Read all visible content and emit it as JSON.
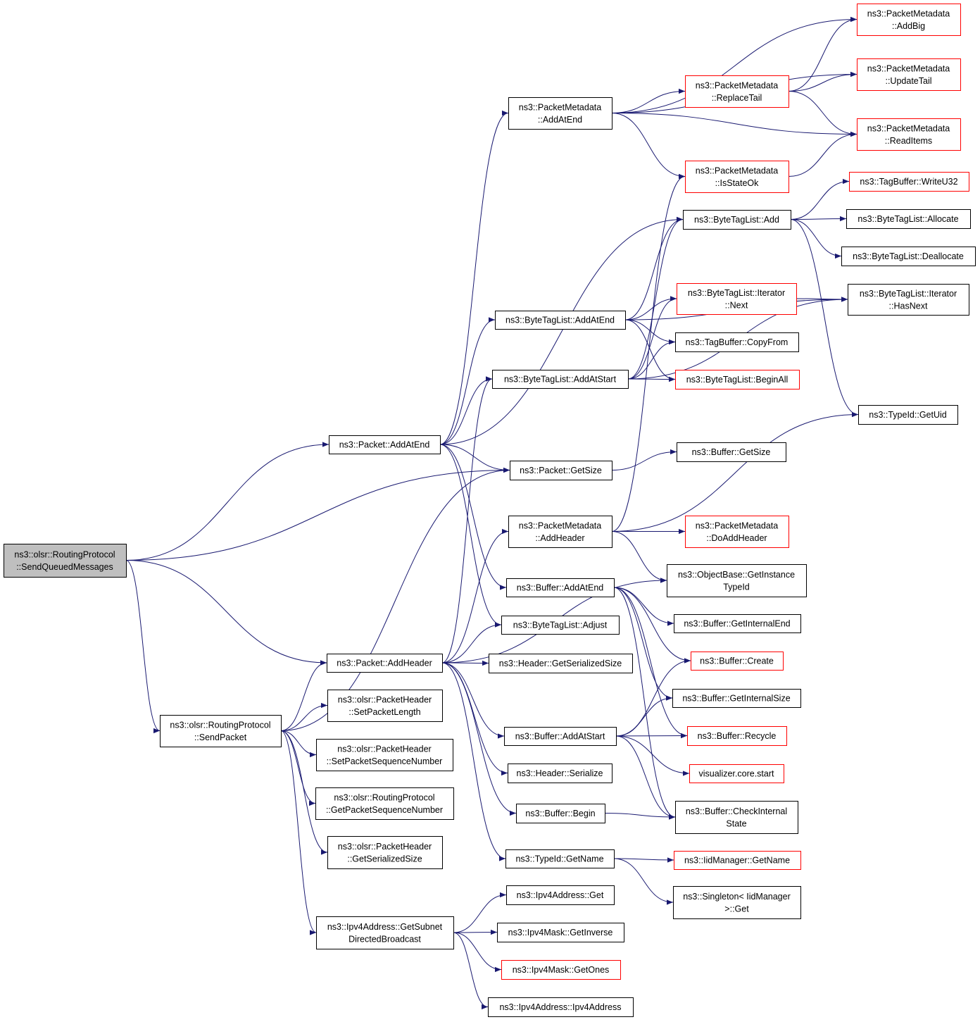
{
  "colors": {
    "edge": "#191970",
    "node_border_default": "#000000",
    "node_border_incomplete": "#ff0000",
    "node_fill_default": "#ffffff",
    "node_fill_root": "#bfbfbf"
  },
  "nodes": [
    {
      "id": "root",
      "lines": [
        "ns3::olsr::RoutingProtocol",
        "::SendQueuedMessages"
      ],
      "style": "root"
    },
    {
      "id": "sendpacket",
      "lines": [
        "ns3::olsr::RoutingProtocol",
        "::SendPacket"
      ],
      "style": "default"
    },
    {
      "id": "pkt_addatend",
      "lines": [
        "ns3::Packet::AddAtEnd"
      ],
      "style": "default"
    },
    {
      "id": "pkt_getsize",
      "lines": [
        "ns3::Packet::GetSize"
      ],
      "style": "default"
    },
    {
      "id": "pkt_addheader",
      "lines": [
        "ns3::Packet::AddHeader"
      ],
      "style": "default"
    },
    {
      "id": "pm_addatend",
      "lines": [
        "ns3::PacketMetadata",
        "::AddAtEnd"
      ],
      "style": "default"
    },
    {
      "id": "pm_addheader",
      "lines": [
        "ns3::PacketMetadata",
        "::AddHeader"
      ],
      "style": "default"
    },
    {
      "id": "pm_addbig",
      "lines": [
        "ns3::PacketMetadata",
        "::AddBig"
      ],
      "style": "incomplete"
    },
    {
      "id": "pm_updatetail",
      "lines": [
        "ns3::PacketMetadata",
        "::UpdateTail"
      ],
      "style": "incomplete"
    },
    {
      "id": "pm_replacetail",
      "lines": [
        "ns3::PacketMetadata",
        "::ReplaceTail"
      ],
      "style": "incomplete"
    },
    {
      "id": "pm_readitems",
      "lines": [
        "ns3::PacketMetadata",
        "::ReadItems"
      ],
      "style": "incomplete"
    },
    {
      "id": "pm_isstateok",
      "lines": [
        "ns3::PacketMetadata",
        "::IsStateOk"
      ],
      "style": "incomplete"
    },
    {
      "id": "pm_doaddheader",
      "lines": [
        "ns3::PacketMetadata",
        "::DoAddHeader"
      ],
      "style": "incomplete"
    },
    {
      "id": "btl_add",
      "lines": [
        "ns3::ByteTagList::Add"
      ],
      "style": "default"
    },
    {
      "id": "tb_writeu32",
      "lines": [
        "ns3::TagBuffer::WriteU32"
      ],
      "style": "incomplete"
    },
    {
      "id": "btl_allocate",
      "lines": [
        "ns3::ByteTagList::Allocate"
      ],
      "style": "default"
    },
    {
      "id": "btl_deallocate",
      "lines": [
        "ns3::ByteTagList::Deallocate"
      ],
      "style": "default"
    },
    {
      "id": "btl_addatend",
      "lines": [
        "ns3::ByteTagList::AddAtEnd"
      ],
      "style": "default"
    },
    {
      "id": "btl_addatstart",
      "lines": [
        "ns3::ByteTagList::AddAtStart"
      ],
      "style": "default"
    },
    {
      "id": "btl_iter_next",
      "lines": [
        "ns3::ByteTagList::Iterator",
        "::Next"
      ],
      "style": "incomplete"
    },
    {
      "id": "btl_iter_hasnext",
      "lines": [
        "ns3::ByteTagList::Iterator",
        "::HasNext"
      ],
      "style": "default"
    },
    {
      "id": "tb_copyfrom",
      "lines": [
        "ns3::TagBuffer::CopyFrom"
      ],
      "style": "default"
    },
    {
      "id": "btl_beginall",
      "lines": [
        "ns3::ByteTagList::BeginAll"
      ],
      "style": "incomplete"
    },
    {
      "id": "typeid_getuid",
      "lines": [
        "ns3::TypeId::GetUid"
      ],
      "style": "default"
    },
    {
      "id": "buf_getsize",
      "lines": [
        "ns3::Buffer::GetSize"
      ],
      "style": "default"
    },
    {
      "id": "ob_getinstancetypeid",
      "lines": [
        "ns3::ObjectBase::GetInstance",
        "TypeId"
      ],
      "style": "default"
    },
    {
      "id": "buf_addatend",
      "lines": [
        "ns3::Buffer::AddAtEnd"
      ],
      "style": "default"
    },
    {
      "id": "buf_getinternalend",
      "lines": [
        "ns3::Buffer::GetInternalEnd"
      ],
      "style": "default"
    },
    {
      "id": "btl_adjust",
      "lines": [
        "ns3::ByteTagList::Adjust"
      ],
      "style": "default"
    },
    {
      "id": "hdr_getserializedsize",
      "lines": [
        "ns3::Header::GetSerializedSize"
      ],
      "style": "default"
    },
    {
      "id": "buf_create",
      "lines": [
        "ns3::Buffer::Create"
      ],
      "style": "incomplete"
    },
    {
      "id": "buf_getinternalsize",
      "lines": [
        "ns3::Buffer::GetInternalSize"
      ],
      "style": "default"
    },
    {
      "id": "buf_addatstart",
      "lines": [
        "ns3::Buffer::AddAtStart"
      ],
      "style": "default"
    },
    {
      "id": "buf_recycle",
      "lines": [
        "ns3::Buffer::Recycle"
      ],
      "style": "incomplete"
    },
    {
      "id": "viz_core_start",
      "lines": [
        "visualizer.core.start"
      ],
      "style": "incomplete"
    },
    {
      "id": "hdr_serialize",
      "lines": [
        "ns3::Header::Serialize"
      ],
      "style": "default"
    },
    {
      "id": "buf_begin",
      "lines": [
        "ns3::Buffer::Begin"
      ],
      "style": "default"
    },
    {
      "id": "buf_checkinternalstate",
      "lines": [
        "ns3::Buffer::CheckInternal",
        "State"
      ],
      "style": "default"
    },
    {
      "id": "typeid_getname",
      "lines": [
        "ns3::TypeId::GetName"
      ],
      "style": "default"
    },
    {
      "id": "iidmgr_getname",
      "lines": [
        "ns3::IidManager::GetName"
      ],
      "style": "incomplete"
    },
    {
      "id": "singleton_get",
      "lines": [
        "ns3::Singleton< IidManager",
        ">::Get"
      ],
      "style": "default"
    },
    {
      "id": "ph_setpacketlength",
      "lines": [
        "ns3::olsr::PacketHeader",
        "::SetPacketLength"
      ],
      "style": "default"
    },
    {
      "id": "ph_setpacketseqnum",
      "lines": [
        "ns3::olsr::PacketHeader",
        "::SetPacketSequenceNumber"
      ],
      "style": "default"
    },
    {
      "id": "rp_getpacketseqnum",
      "lines": [
        "ns3::olsr::RoutingProtocol",
        "::GetPacketSequenceNumber"
      ],
      "style": "default"
    },
    {
      "id": "ph_getserializedsize",
      "lines": [
        "ns3::olsr::PacketHeader",
        "::GetSerializedSize"
      ],
      "style": "default"
    },
    {
      "id": "ipv4_getsubnetdirectedbroadcast",
      "lines": [
        "ns3::Ipv4Address::GetSubnet",
        "DirectedBroadcast"
      ],
      "style": "default"
    },
    {
      "id": "ipv4addr_get",
      "lines": [
        "ns3::Ipv4Address::Get"
      ],
      "style": "default"
    },
    {
      "id": "ipv4mask_getinverse",
      "lines": [
        "ns3::Ipv4Mask::GetInverse"
      ],
      "style": "default"
    },
    {
      "id": "ipv4mask_getones",
      "lines": [
        "ns3::Ipv4Mask::GetOnes"
      ],
      "style": "incomplete"
    },
    {
      "id": "ipv4addr_ctor",
      "lines": [
        "ns3::Ipv4Address::Ipv4Address"
      ],
      "style": "default"
    }
  ],
  "edges": [
    [
      "root",
      "pkt_addatend"
    ],
    [
      "root",
      "pkt_getsize"
    ],
    [
      "root",
      "pkt_addheader"
    ],
    [
      "root",
      "sendpacket"
    ],
    [
      "pkt_addatend",
      "pm_addatend"
    ],
    [
      "pkt_addatend",
      "btl_add"
    ],
    [
      "pkt_addatend",
      "btl_addatend"
    ],
    [
      "pkt_addatend",
      "btl_addatstart"
    ],
    [
      "pkt_addatend",
      "pkt_getsize"
    ],
    [
      "pkt_addatend",
      "buf_addatend"
    ],
    [
      "pkt_addatend",
      "btl_adjust"
    ],
    [
      "pm_addatend",
      "pm_addbig"
    ],
    [
      "pm_addatend",
      "pm_updatetail"
    ],
    [
      "pm_addatend",
      "pm_replacetail"
    ],
    [
      "pm_addatend",
      "pm_readitems"
    ],
    [
      "pm_addatend",
      "pm_isstateok"
    ],
    [
      "pm_replacetail",
      "pm_addbig"
    ],
    [
      "pm_replacetail",
      "pm_updatetail"
    ],
    [
      "pm_replacetail",
      "pm_readitems"
    ],
    [
      "pm_isstateok",
      "pm_readitems"
    ],
    [
      "btl_add",
      "tb_writeu32"
    ],
    [
      "btl_add",
      "btl_allocate"
    ],
    [
      "btl_add",
      "btl_deallocate"
    ],
    [
      "btl_add",
      "typeid_getuid"
    ],
    [
      "btl_addatend",
      "btl_add"
    ],
    [
      "btl_addatend",
      "btl_iter_hasnext"
    ],
    [
      "btl_addatend",
      "btl_iter_next"
    ],
    [
      "btl_addatend",
      "tb_copyfrom"
    ],
    [
      "btl_addatend",
      "btl_beginall"
    ],
    [
      "btl_addatstart",
      "btl_add"
    ],
    [
      "btl_addatstart",
      "btl_iter_next"
    ],
    [
      "btl_addatstart",
      "tb_copyfrom"
    ],
    [
      "btl_addatstart",
      "btl_beginall"
    ],
    [
      "btl_addatstart",
      "btl_iter_hasnext"
    ],
    [
      "btl_iter_next",
      "btl_iter_hasnext"
    ],
    [
      "pkt_getsize",
      "buf_getsize"
    ],
    [
      "pm_addheader",
      "pm_isstateok"
    ],
    [
      "pm_addheader",
      "typeid_getuid"
    ],
    [
      "pm_addheader",
      "pm_doaddheader"
    ],
    [
      "pm_addheader",
      "ob_getinstancetypeid"
    ],
    [
      "buf_addatend",
      "buf_getinternalend"
    ],
    [
      "buf_addatend",
      "buf_create"
    ],
    [
      "buf_addatend",
      "buf_getinternalsize"
    ],
    [
      "buf_addatend",
      "buf_recycle"
    ],
    [
      "buf_addatend",
      "buf_checkinternalstate"
    ],
    [
      "pkt_addheader",
      "btl_addatstart"
    ],
    [
      "pkt_addheader",
      "pm_addheader"
    ],
    [
      "pkt_addheader",
      "btl_adjust"
    ],
    [
      "pkt_addheader",
      "hdr_getserializedsize"
    ],
    [
      "pkt_addheader",
      "ob_getinstancetypeid"
    ],
    [
      "pkt_addheader",
      "buf_addatstart"
    ],
    [
      "pkt_addheader",
      "hdr_serialize"
    ],
    [
      "pkt_addheader",
      "buf_begin"
    ],
    [
      "pkt_addheader",
      "typeid_getname"
    ],
    [
      "buf_addatstart",
      "buf_create"
    ],
    [
      "buf_addatstart",
      "buf_getinternalsize"
    ],
    [
      "buf_addatstart",
      "buf_recycle"
    ],
    [
      "buf_addatstart",
      "viz_core_start"
    ],
    [
      "buf_addatstart",
      "buf_checkinternalstate"
    ],
    [
      "buf_begin",
      "buf_checkinternalstate"
    ],
    [
      "typeid_getname",
      "iidmgr_getname"
    ],
    [
      "typeid_getname",
      "singleton_get"
    ],
    [
      "sendpacket",
      "pkt_getsize"
    ],
    [
      "sendpacket",
      "pkt_addheader"
    ],
    [
      "sendpacket",
      "ph_setpacketlength"
    ],
    [
      "sendpacket",
      "ph_setpacketseqnum"
    ],
    [
      "sendpacket",
      "rp_getpacketseqnum"
    ],
    [
      "sendpacket",
      "ph_getserializedsize"
    ],
    [
      "sendpacket",
      "ipv4_getsubnetdirectedbroadcast"
    ],
    [
      "ipv4_getsubnetdirectedbroadcast",
      "ipv4addr_get"
    ],
    [
      "ipv4_getsubnetdirectedbroadcast",
      "ipv4mask_getinverse"
    ],
    [
      "ipv4_getsubnetdirectedbroadcast",
      "ipv4mask_getones"
    ],
    [
      "ipv4_getsubnetdirectedbroadcast",
      "ipv4addr_ctor"
    ]
  ]
}
